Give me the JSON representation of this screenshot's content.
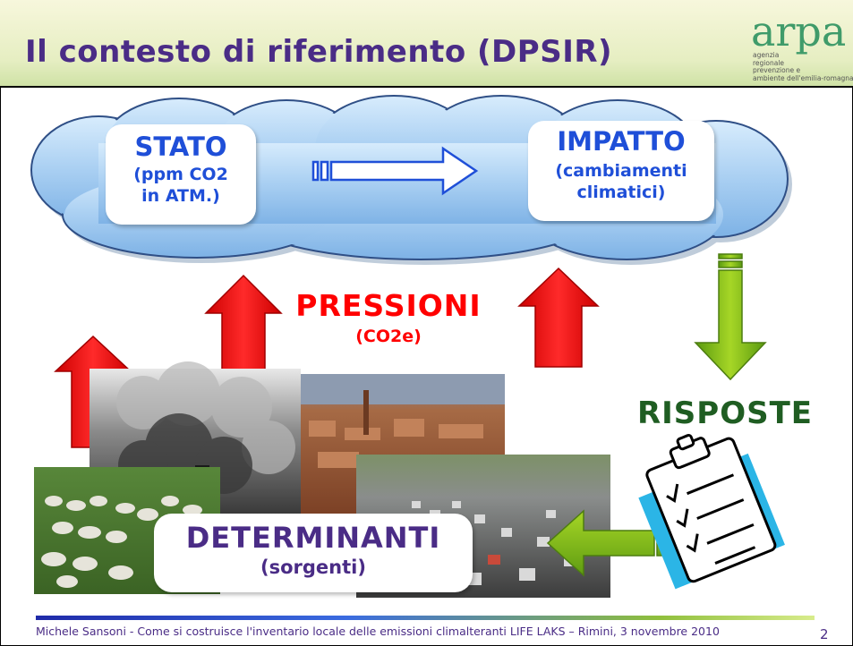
{
  "slide": {
    "title": "Il contesto di riferimento (DPSIR)",
    "logo": {
      "word": "arpa",
      "subtitle": "agenzia\nregionale\nprevenzione e\nambiente dell'emilia-romagna"
    },
    "stato": {
      "title": "STATO",
      "line1": "(ppm CO2",
      "line2": "in ATM.)"
    },
    "impatto": {
      "title": "IMPATTO",
      "line1": "(cambiamenti",
      "line2": "climatici)"
    },
    "pressioni": {
      "title": "PRESSIONI",
      "sub": "(CO2e)"
    },
    "risposte": "RISPOSTE",
    "determinanti": {
      "title": "DETERMINANTI",
      "sub": "(sorgenti)"
    },
    "footer": "Michele Sansoni - Come si costruisce l'inventario locale delle emissioni climalteranti LIFE LAKS – Rimini, 3 novembre 2010",
    "page_number": "2"
  },
  "colors": {
    "title": "#4a2c86",
    "cloud": "#a9cff2",
    "red_arrow": "#ff0000",
    "green_arrow": "#8dc21f",
    "blue_text": "#1f4fd8"
  }
}
